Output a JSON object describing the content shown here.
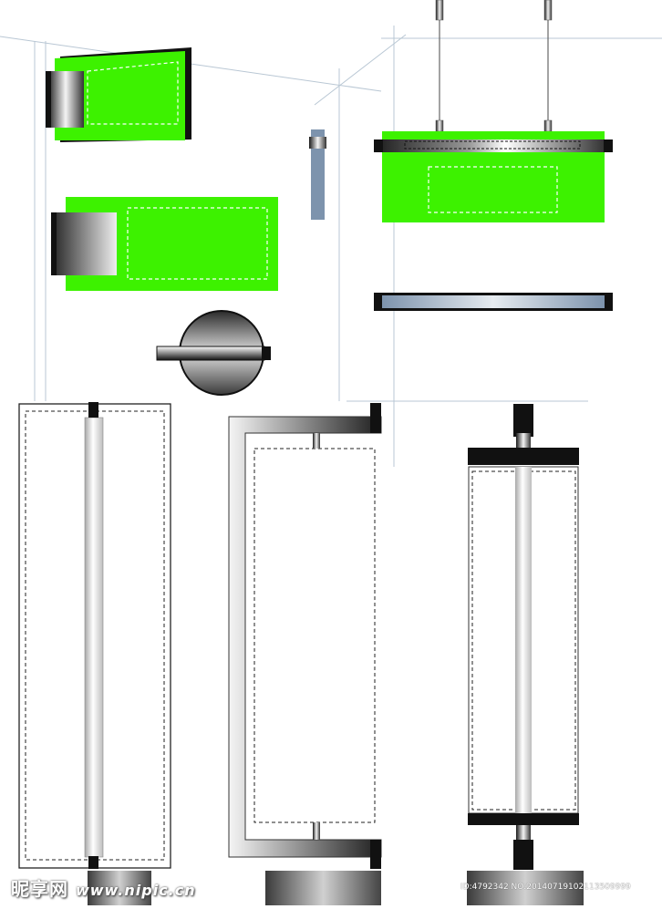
{
  "watermark": {
    "site_logo": "昵享网",
    "site_url": "www.nipic.cn",
    "image_id": "ID:4792342 NO:20140719102113509999"
  },
  "colors": {
    "sign_green": "#3df200",
    "frame_black": "#111111",
    "guide_blue": "#b9c7d4",
    "slate_blue": "#7d93ad",
    "tube_gray": "#d8d8d8"
  }
}
